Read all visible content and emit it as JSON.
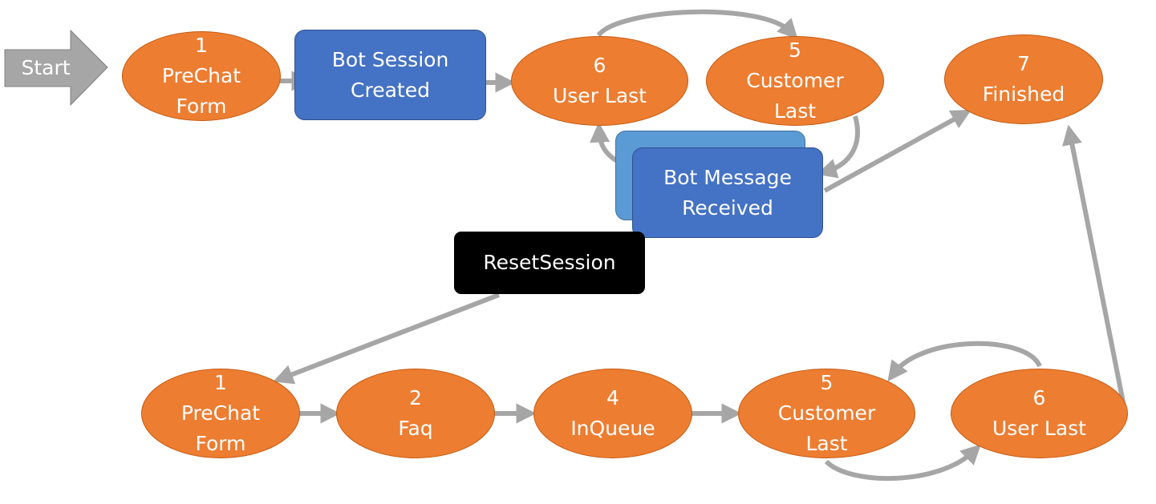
{
  "diagram": {
    "start": "Start",
    "top_prechat": {
      "number": "1",
      "line1": "PreChat",
      "line2": "Form"
    },
    "bot_session": {
      "line1": "Bot Session",
      "line2": "Created"
    },
    "top_user_last": {
      "number": "6",
      "line1": "User Last"
    },
    "top_customer_last": {
      "number": "5",
      "line1": "Customer",
      "line2": "Last"
    },
    "finished": {
      "number": "7",
      "line1": "Finished"
    },
    "bot_message": {
      "line1": "Bot Message",
      "line2": "Received"
    },
    "reset_session": "ResetSession",
    "bottom_prechat": {
      "number": "1",
      "line1": "PreChat",
      "line2": "Form"
    },
    "faq": {
      "number": "2",
      "line1": "Faq"
    },
    "inqueue": {
      "number": "4",
      "line1": "InQueue"
    },
    "bottom_customer_last": {
      "number": "5",
      "line1": "Customer",
      "line2": "Last"
    },
    "bottom_user_last": {
      "number": "6",
      "line1": "User Last"
    }
  },
  "colors": {
    "state_fill": "#ed7d31",
    "event_fill": "#4472c4",
    "event_back_fill": "#5b9bd5",
    "reset_fill": "#000000",
    "arrow": "#a6a6a6",
    "start_arrow": "#a6a6a6"
  }
}
